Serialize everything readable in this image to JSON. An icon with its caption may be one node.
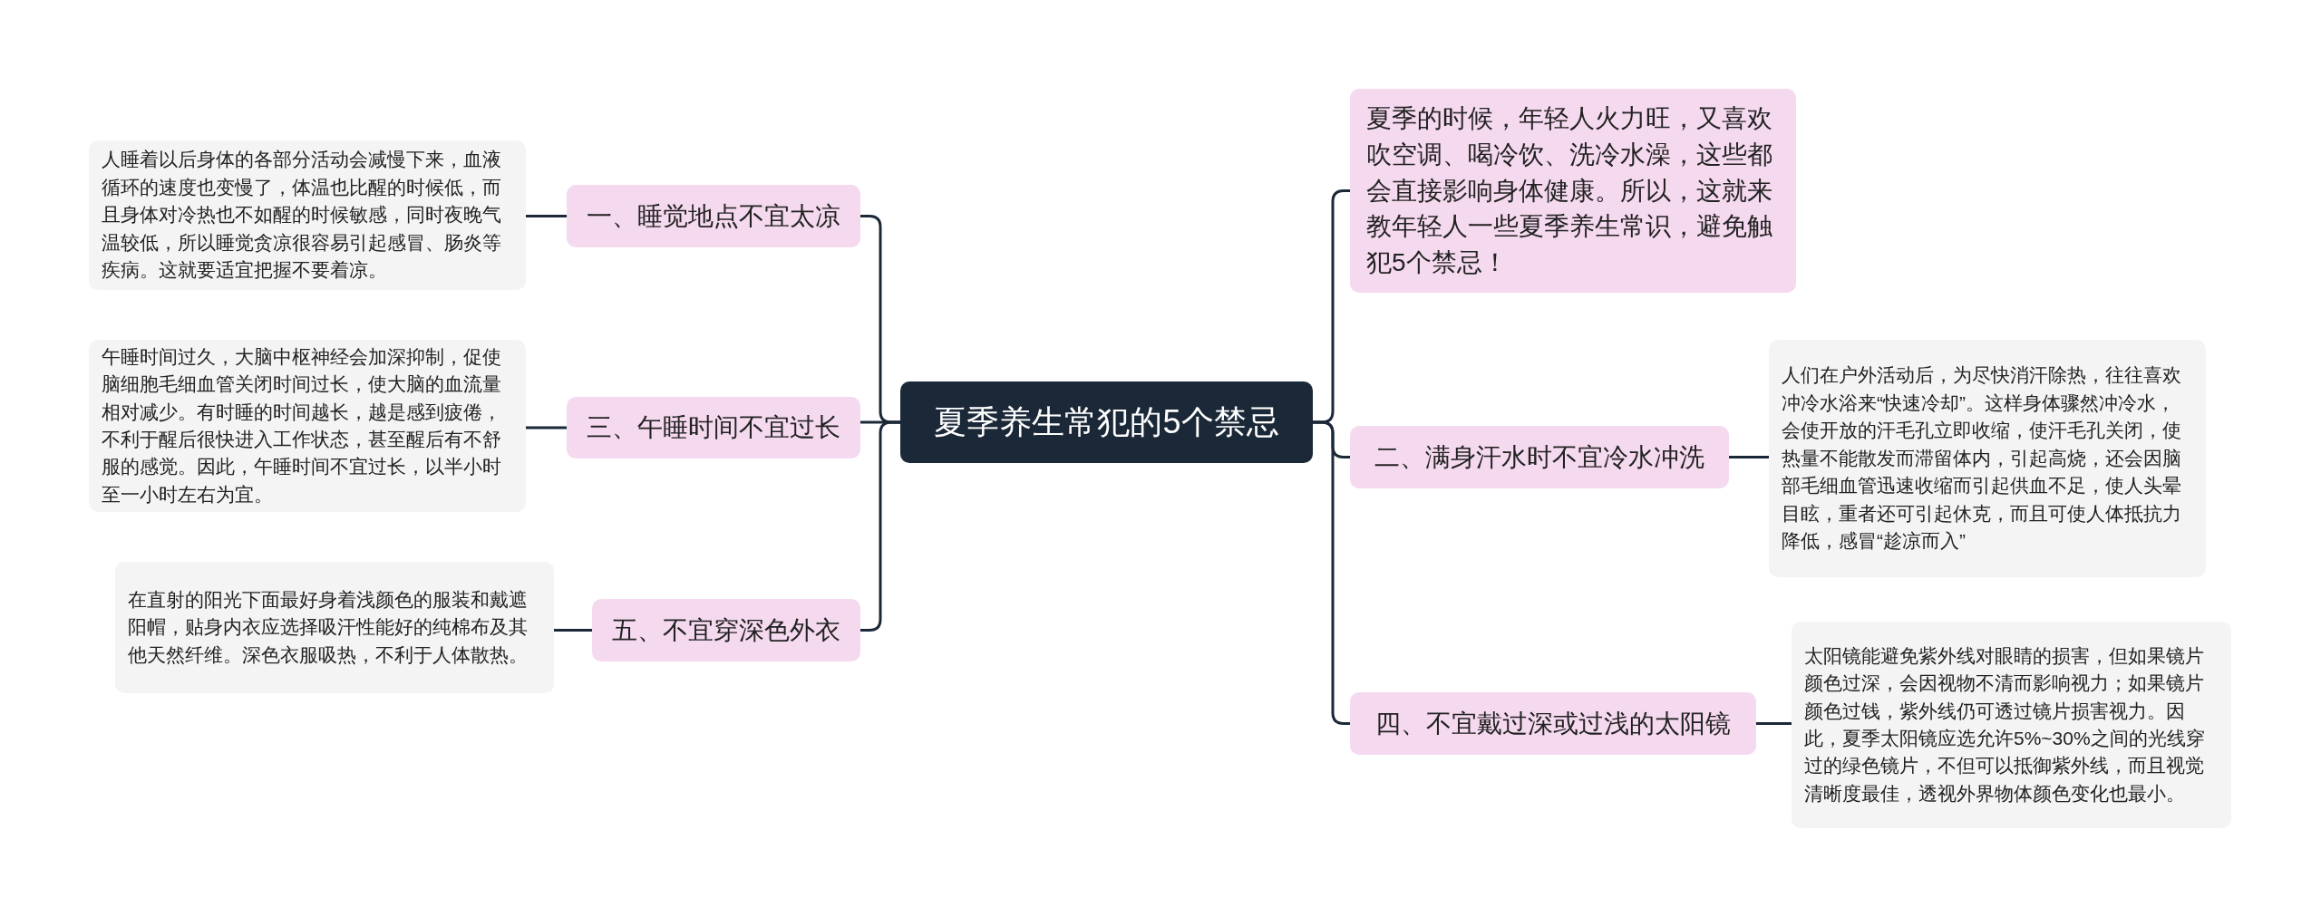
{
  "diagram": {
    "nodes": [
      {
        "text": [
          "夏季养生常犯的5个禁忌"
        ]
      },
      {
        "text": [
          "一、睡觉地点不宜太凉"
        ]
      },
      {
        "text": [
          "人睡着以后身体的各部分活动会减慢下来，血液循环的速度也变慢了，体温也比醒的时候低，而且身体对冷热也不如醒的时候敏感，同时夜晚气温较低，所以睡觉贪凉很容易引起感冒、肠炎等疾病。这就要适宜把握不要着凉。"
        ]
      },
      {
        "text": [
          "三、午睡时间不宜过长"
        ]
      },
      {
        "text": [
          "午睡时间过久，大脑中枢神经会加深抑制，促使脑细胞毛细血管关闭时间过长，使大脑的血流量相对减少。有时睡的时间越长，越是感到疲倦，不利于醒后很快进入工作状态，甚至醒后有不舒服的感觉。因此，午睡时间不宜过长，以半小时至一小时左右为宜。"
        ]
      },
      {
        "text": [
          "五、不宜穿深色外衣"
        ]
      },
      {
        "text": [
          "在直射的阳光下面最好身着浅颜色的服装和戴遮阳帽，贴身内衣应选择吸汗性能好的纯棉布及其他天然纤维。深色衣服吸热，不利于人体散热。"
        ]
      },
      {
        "text": [
          "夏季的时候，年轻人火力旺，又喜欢吹空调、喝冷饮、洗冷水澡，这些都会直接影响身体健康。所以，这就来教年轻人一些夏季养生常识，避免触犯5个禁忌！"
        ]
      },
      {
        "text": [
          "二、满身汗水时不宜冷水冲洗"
        ]
      },
      {
        "text": [
          "人们在户外活动后，为尽快消汗除热，往往喜欢冲冷水浴来“快速冷却”。这样身体骤然冲冷水，会使开放的汗毛孔立即收缩，使汗毛孔关闭，使热量不能散发而滞留体内，引起高烧，还会因脑部毛细血管迅速收缩而引起供血不足，使人头晕目眩，重者还可引起休克，而且可使人体抵抗力降低，感冒“趁凉而入”"
        ]
      },
      {
        "text": [
          "四、不宜戴过深或过浅的太阳镜"
        ]
      },
      {
        "text": [
          "太阳镜能避免紫外线对眼睛的损害，但如果镜片颜色过深，会因视物不清而影响视力；如果镜片颜色过钱，紫外线仍可透过镜片损害视力。因此，夏季太阳镜应选允许5%~30%之间的光线穿过的绿色镜片，不但可以抵御紫外线，而且视觉清晰度最佳，透视外界物体颜色变化也最小。"
        ]
      }
    ],
    "edges": [
      {
        "from": 0,
        "to": 1,
        "arrow": "none"
      },
      {
        "from": 0,
        "to": 3,
        "arrow": "none"
      },
      {
        "from": 0,
        "to": 5,
        "arrow": "none"
      },
      {
        "from": 0,
        "to": 7,
        "arrow": "none"
      },
      {
        "from": 0,
        "to": 8,
        "arrow": "none"
      },
      {
        "from": 0,
        "to": 10,
        "arrow": "none"
      },
      {
        "from": 1,
        "to": 2,
        "arrow": "none"
      },
      {
        "from": 3,
        "to": 4,
        "arrow": "none"
      },
      {
        "from": 5,
        "to": 6,
        "arrow": "none"
      },
      {
        "from": 8,
        "to": 9,
        "arrow": "none"
      },
      {
        "from": 10,
        "to": 11,
        "arrow": "none"
      }
    ]
  }
}
